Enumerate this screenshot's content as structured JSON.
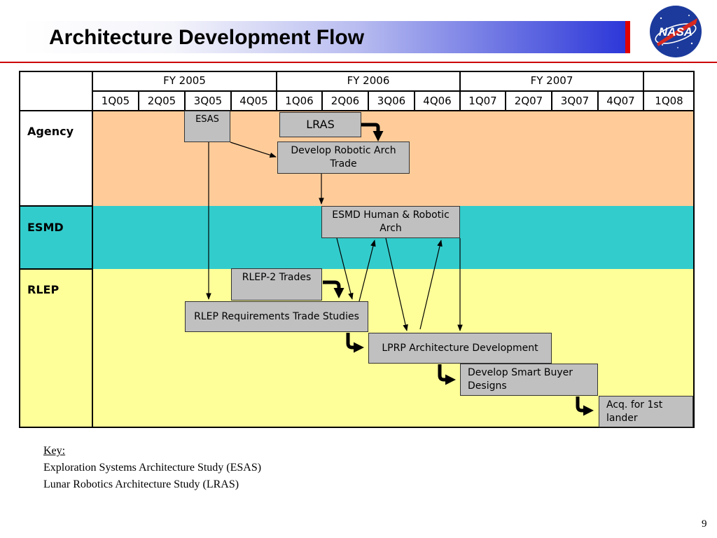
{
  "header": {
    "title": "Architecture Development Flow",
    "logo_text": "NASA",
    "accent_colors": {
      "title_gradient_end": "#2a35d8",
      "title_edge": "#e00000",
      "rule": "#cc0000"
    }
  },
  "timeline": {
    "fiscal_years": [
      "FY 2005",
      "FY 2006",
      "FY 2007",
      ""
    ],
    "quarters": [
      "1Q05",
      "2Q05",
      "3Q05",
      "4Q05",
      "1Q06",
      "2Q06",
      "3Q06",
      "4Q06",
      "1Q07",
      "2Q07",
      "3Q07",
      "4Q07",
      "1Q08"
    ]
  },
  "rows": [
    {
      "label": "Agency",
      "color": "#ffcc99"
    },
    {
      "label": "ESMD",
      "color": "#33cccc"
    },
    {
      "label": "RLEP",
      "color": "#ffff99"
    }
  ],
  "activities": {
    "esas": "ESAS",
    "lras": "LRAS",
    "robotic_arch_trade": "Develop Robotic Arch Trade",
    "esmd_arch": "ESMD Human & Robotic Arch",
    "rlep2_trades": "RLEP-2 Trades",
    "rlep_req_studies": "RLEP Requirements Trade Studies",
    "lprp_arch": "LPRP Architecture Development",
    "smart_buyer": "Develop Smart Buyer Designs",
    "acq_lander": "Acq. for 1st lander"
  },
  "key": {
    "heading": "Key:",
    "entries": [
      "Exploration Systems Architecture Study (ESAS)",
      "Lunar Robotics Architecture Study (LRAS)"
    ]
  },
  "page_number": "9"
}
